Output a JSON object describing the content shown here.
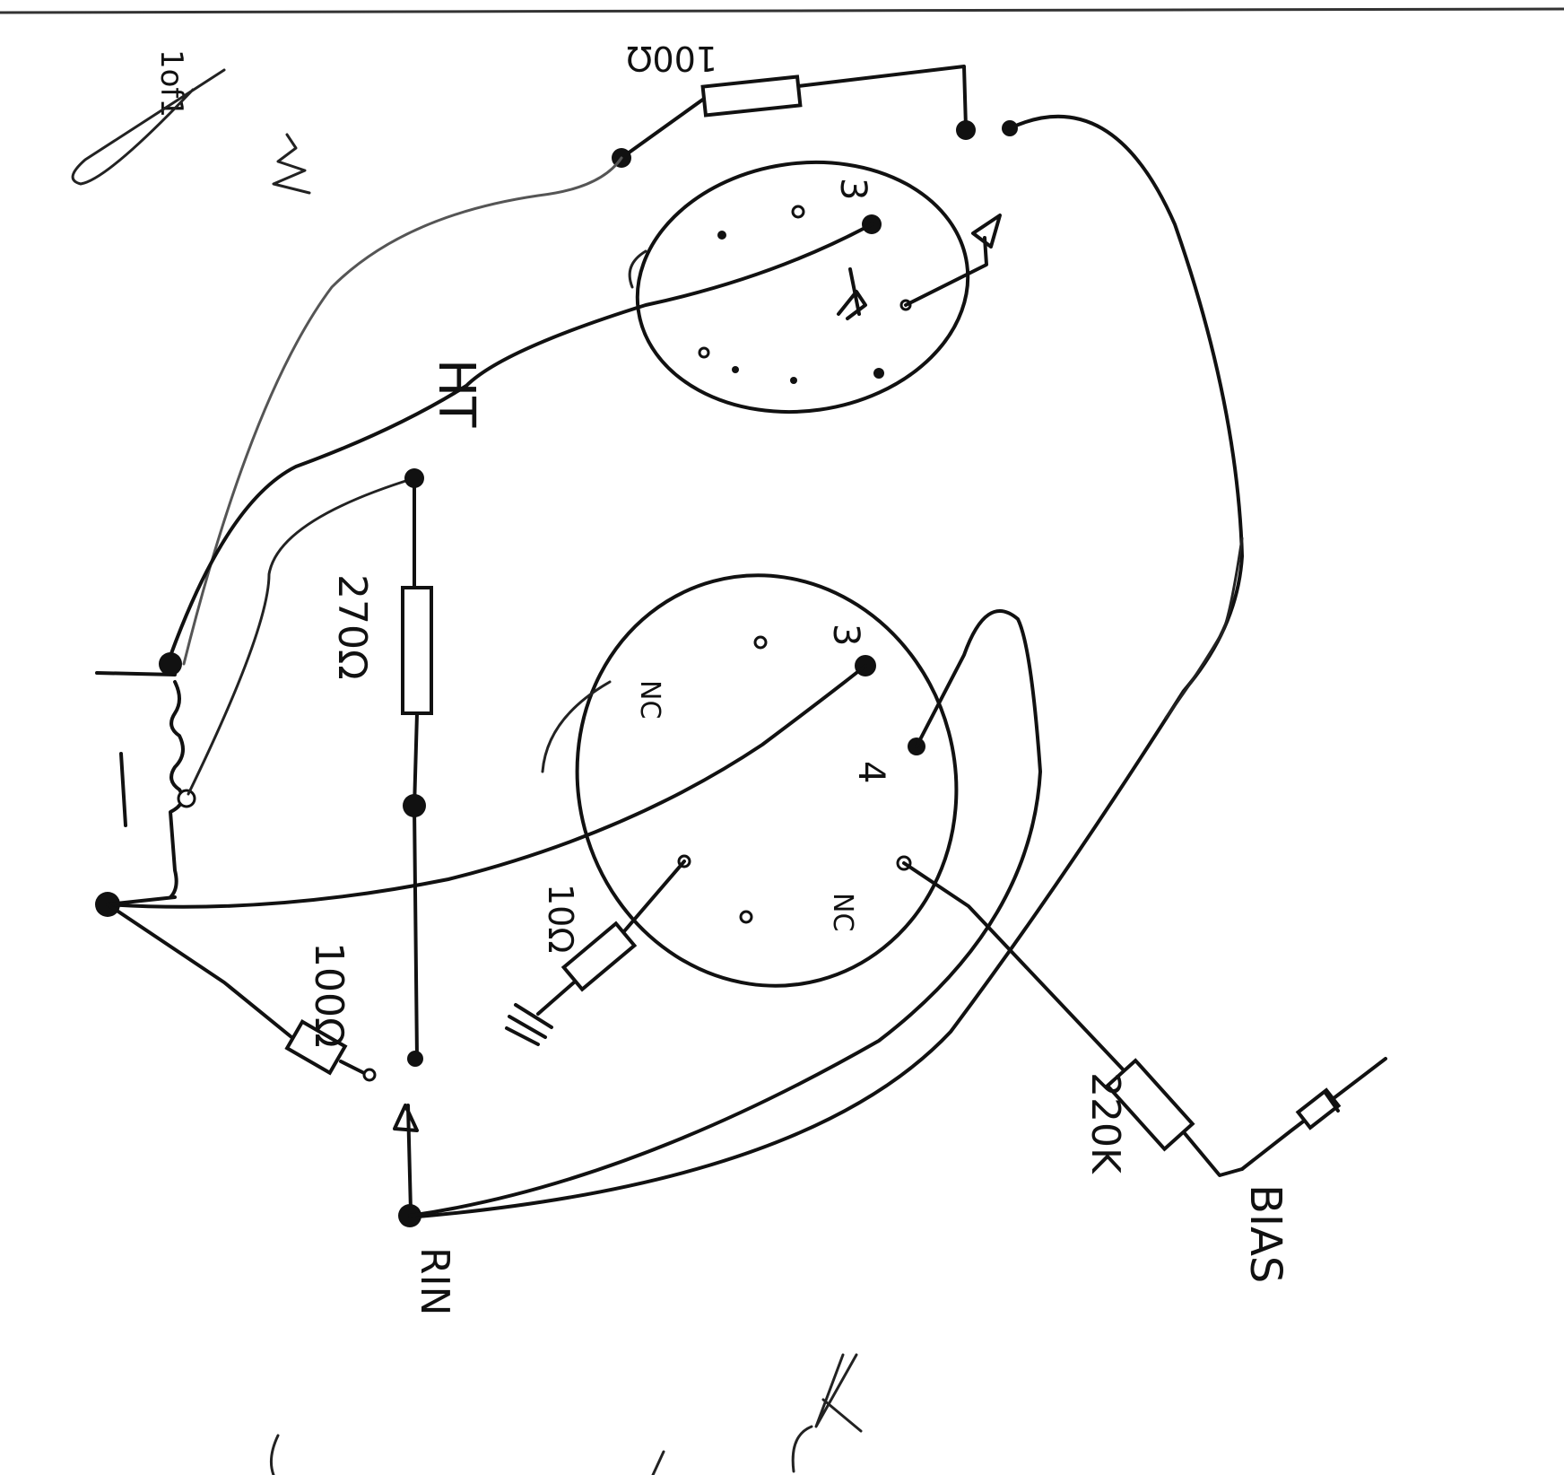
{
  "page_note": "1of1",
  "labels": {
    "ht": "HT",
    "r_top": "100Ω",
    "r_mid": "270Ω",
    "r_left": "100Ω",
    "r_grid": "10Ω",
    "r_bias": "220K",
    "bias": "BIAS",
    "rin": "RIN",
    "valve_top_pin": "3",
    "valve_bottom_pin3": "3",
    "valve_bottom_pin4": "4",
    "valve_bottom_nc": "NC"
  },
  "colors": {
    "ink": "#111111",
    "paper": "#ffffff"
  }
}
